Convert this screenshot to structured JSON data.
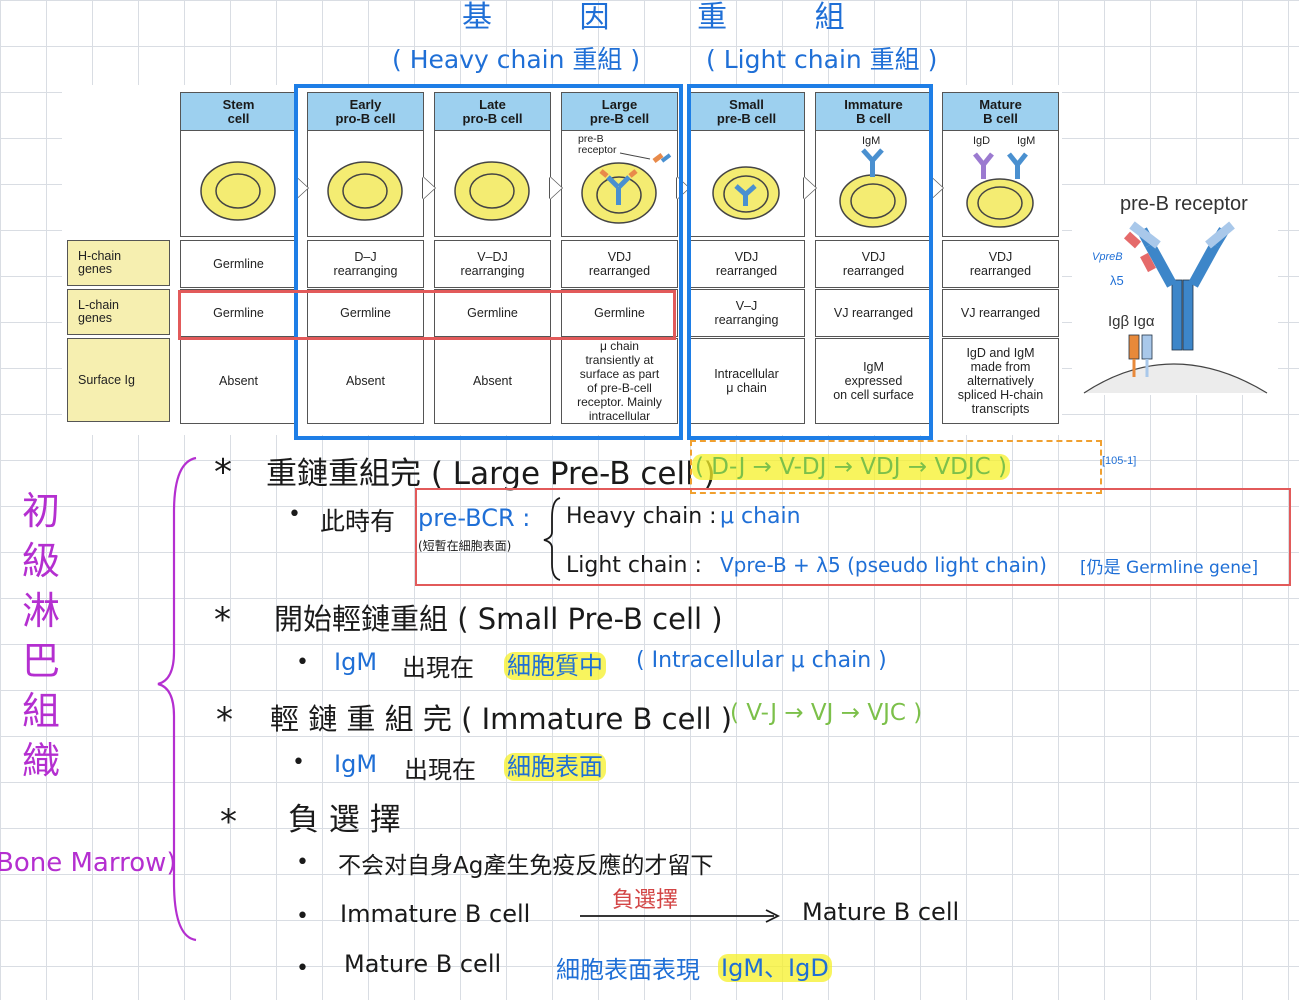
{
  "top_title": "基 因 重 組",
  "heavy_label": "( Heavy chain 重組 )",
  "light_label": "( Light chain 重組 )",
  "figure": {
    "columns": [
      {
        "header": "Stem\ncell",
        "h_chain": "Germline",
        "l_chain": "Germline",
        "surface": "Absent"
      },
      {
        "header": "Early\npro-B cell",
        "h_chain": "D–J\nrearranging",
        "l_chain": "Germline",
        "surface": "Absent"
      },
      {
        "header": "Late\npro-B cell",
        "h_chain": "V–DJ\nrearranging",
        "l_chain": "Germline",
        "surface": "Absent"
      },
      {
        "header": "Large\npre-B cell",
        "h_chain": "VDJ\nrearranged",
        "l_chain": "Germline",
        "surface": "μ chain\ntransiently at\nsurface as part\nof pre-B-cell\nreceptor. Mainly\nintracellular"
      },
      {
        "header": "Small\npre-B cell",
        "h_chain": "VDJ\nrearranged",
        "l_chain": "V–J\nrearranging",
        "surface": "Intracellular\nμ chain"
      },
      {
        "header": "Immature\nB cell",
        "h_chain": "VDJ\nrearranged",
        "l_chain": "VJ rearranged",
        "surface": "IgM\nexpressed\non cell surface"
      },
      {
        "header": "Mature\nB cell",
        "h_chain": "VDJ\nrearranged",
        "l_chain": "VJ rearranged",
        "surface": "IgD and IgM\nmade from\nalternatively\nspliced H-chain\ntranscripts"
      }
    ],
    "row_labels": [
      "H-chain\ngenes",
      "L-chain\ngenes",
      "Surface Ig"
    ],
    "pic_labels": {
      "pre_b_receptor": "pre-B\nreceptor",
      "igm": "IgM",
      "igd": "IgD",
      "igm2": "IgM"
    }
  },
  "side_figure": {
    "title": "pre-B receptor",
    "vpreb": "VpreB",
    "lambda5": "λ5",
    "igb_iga": "Igβ Igα"
  },
  "ref_tag": "[105-1]",
  "notes": {
    "vertical_label": [
      "初",
      "級",
      "淋",
      "巴",
      "組",
      "織"
    ],
    "bone_marrow": "Bone Marrow)",
    "s1_star": "*",
    "s1_title": "重鏈重組完 ( Large Pre-B cell )",
    "s1_seq": "( D-J → V-DJ → VDJ → VDJC )",
    "s1_b1_pre": "此時有",
    "s1_b1_prebcr": "pre-BCR :",
    "s1_b1_sub": "(短暫在細胞表面)",
    "s1_b1_heavy": "Heavy chain :",
    "s1_b1_heavy_val": "μ chain",
    "s1_b1_light": "Light chain :",
    "s1_b1_light_val": "Vpre-B + λ5 (pseudo light chain)",
    "s1_b1_light_note": "[仍是 Germline gene]",
    "s2_star": "*",
    "s2_title": "開始輕鏈重組 ( Small Pre-B cell )",
    "s2_b1_igm": "IgM",
    "s2_b1_mid": "出現在",
    "s2_b1_loc": "細胞質中",
    "s2_b1_paren": "( Intracellular μ chain )",
    "s3_star": "*",
    "s3_title": "輕 鏈 重 組 完 ( Immature B cell )",
    "s3_seq": "( V-J → VJ → VJC )",
    "s3_b1_igm": "IgM",
    "s3_b1_mid": "出現在",
    "s3_b1_loc": "細胞表面",
    "s4_star": "*",
    "s4_title": "負 選 擇",
    "s4_b1": "不会对自身Ag產生免疫反應的才留下",
    "s4_b2_left": "Immature B cell",
    "s4_b2_arrow": "負選擇",
    "s4_b2_right": "Mature B cell",
    "s4_b3_pre": "Mature B cell",
    "s4_b3_loc": "細胞表面表現",
    "s4_b3_ig": "IgM、IgD"
  }
}
